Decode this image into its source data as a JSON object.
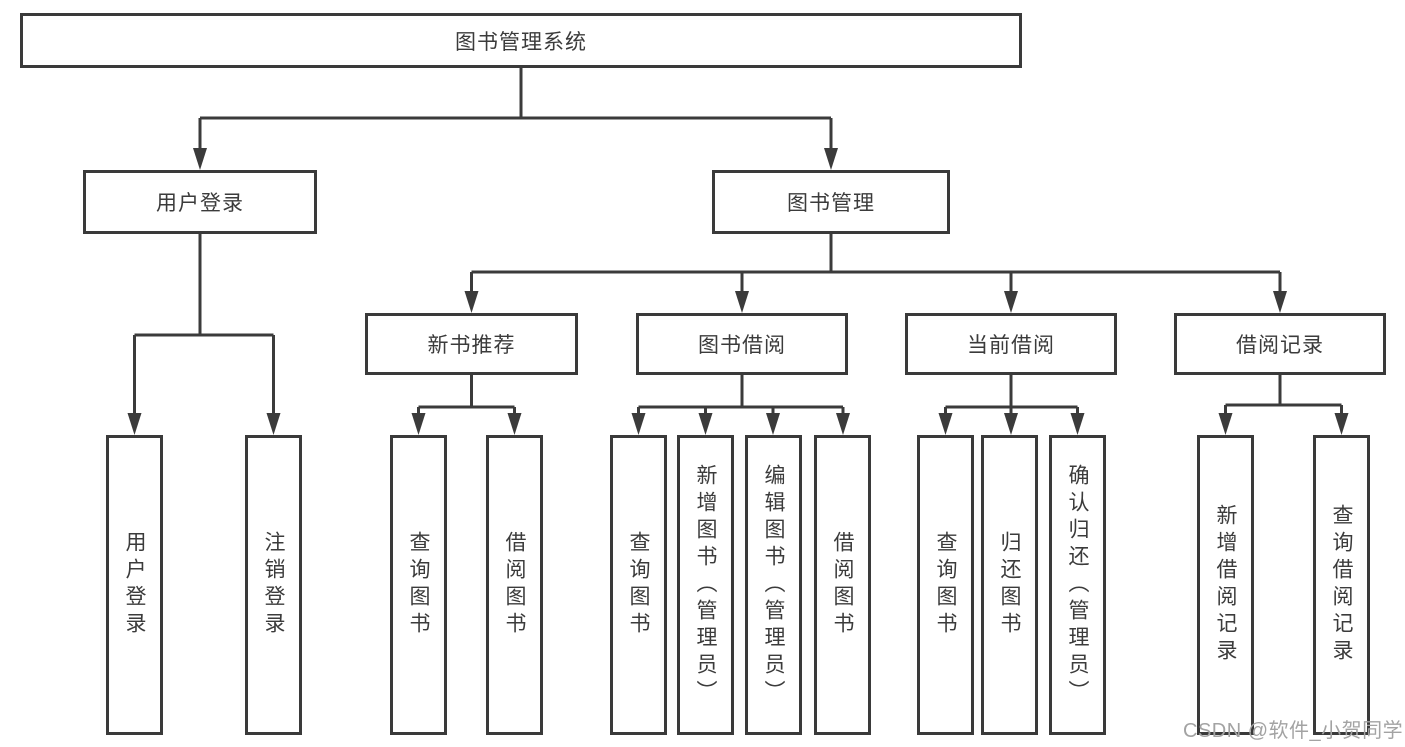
{
  "tree": {
    "root": {
      "label": "图书管理系统"
    },
    "branches": [
      {
        "label": "用户登录",
        "children": [
          "用户登录",
          "注销登录"
        ]
      },
      {
        "label": "图书管理",
        "sections": [
          {
            "label": "新书推荐",
            "children": [
              "查询图书",
              "借阅图书"
            ]
          },
          {
            "label": "图书借阅",
            "children": [
              "查询图书",
              "新增图书（管理员）",
              "编辑图书（管理员）",
              "借阅图书"
            ]
          },
          {
            "label": "当前借阅",
            "children": [
              "查询图书",
              "归还图书",
              "确认归还（管理员）"
            ]
          },
          {
            "label": "借阅记录",
            "children": [
              "新增借阅记录",
              "查询借阅记录"
            ]
          }
        ]
      }
    ]
  },
  "watermark": {
    "text": "CSDN @软件_小贺同学"
  },
  "colors": {
    "line": "#3b3b3b",
    "box_border": "#3a3a3a",
    "text": "#3b3b3b",
    "watermark": "#a3a3a3",
    "background": "#ffffff"
  }
}
